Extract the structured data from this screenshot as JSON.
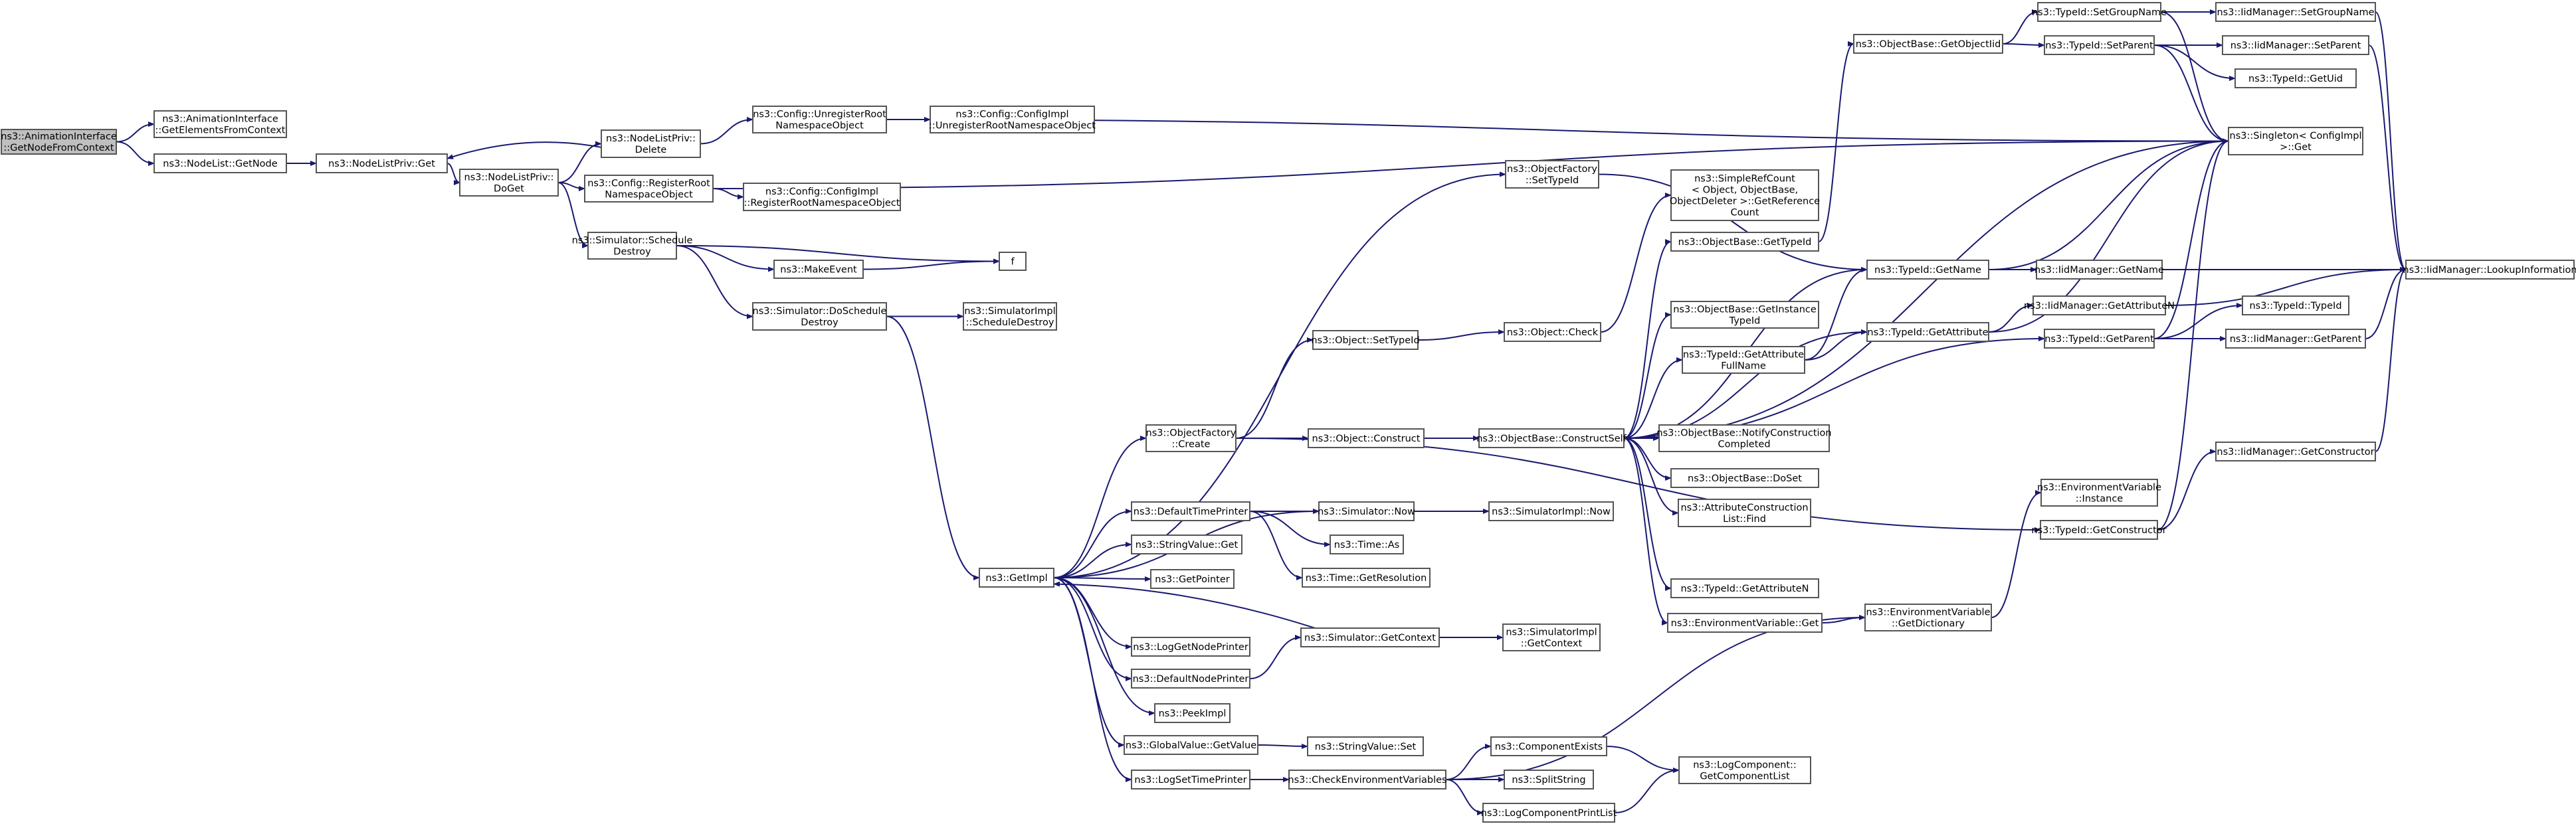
{
  "graph": {
    "type": "call-graph",
    "edge_color": "#191970",
    "root_fill": "#bfbfbf",
    "nodes": [
      {
        "id": "root",
        "lines": [
          "ns3::AnimationInterface",
          "::GetNodeFromContext"
        ]
      },
      {
        "id": "getElems",
        "lines": [
          "ns3::AnimationInterface",
          "::GetElementsFromContext"
        ]
      },
      {
        "id": "nlGetNode",
        "lines": [
          "ns3::NodeList::GetNode"
        ]
      },
      {
        "id": "nlpGet",
        "lines": [
          "ns3::NodeListPriv::Get"
        ]
      },
      {
        "id": "nlpDoGet",
        "lines": [
          "ns3::NodeListPriv::",
          "DoGet"
        ]
      },
      {
        "id": "nlpDelete",
        "lines": [
          "ns3::NodeListPriv::",
          "Delete"
        ]
      },
      {
        "id": "cfgUnreg",
        "lines": [
          "ns3::Config::UnregisterRoot",
          "NamespaceObject"
        ]
      },
      {
        "id": "cfgImplUnreg",
        "lines": [
          "ns3::Config::ConfigImpl",
          "::UnregisterRootNamespaceObject"
        ]
      },
      {
        "id": "cfgReg",
        "lines": [
          "ns3::Config::RegisterRoot",
          "NamespaceObject"
        ]
      },
      {
        "id": "cfgImplReg",
        "lines": [
          "ns3::Config::ConfigImpl",
          "::RegisterRootNamespaceObject"
        ]
      },
      {
        "id": "simSchedDestroy",
        "lines": [
          "ns3::Simulator::Schedule",
          "Destroy"
        ]
      },
      {
        "id": "makeEvent",
        "lines": [
          "ns3::MakeEvent"
        ]
      },
      {
        "id": "f",
        "lines": [
          "f"
        ]
      },
      {
        "id": "simDoSchedDestroy",
        "lines": [
          "ns3::Simulator::DoSchedule",
          "Destroy"
        ]
      },
      {
        "id": "simImplSchedDestroy",
        "lines": [
          "ns3::SimulatorImpl",
          "::ScheduleDestroy"
        ]
      },
      {
        "id": "getImpl",
        "lines": [
          "ns3::GetImpl"
        ]
      },
      {
        "id": "ofSetTypeId",
        "lines": [
          "ns3::ObjectFactory",
          "::SetTypeId"
        ]
      },
      {
        "id": "ofCreate",
        "lines": [
          "ns3::ObjectFactory",
          "::Create"
        ]
      },
      {
        "id": "defTimePrinter",
        "lines": [
          "ns3::DefaultTimePrinter"
        ]
      },
      {
        "id": "strValGet",
        "lines": [
          "ns3::StringValue::Get"
        ]
      },
      {
        "id": "getPointer",
        "lines": [
          "ns3::GetPointer"
        ]
      },
      {
        "id": "logGetNodePrinter",
        "lines": [
          "ns3::LogGetNodePrinter"
        ]
      },
      {
        "id": "defNodePrinter",
        "lines": [
          "ns3::DefaultNodePrinter"
        ]
      },
      {
        "id": "peekImpl",
        "lines": [
          "ns3::PeekImpl"
        ]
      },
      {
        "id": "gvGetValue",
        "lines": [
          "ns3::GlobalValue::GetValue"
        ]
      },
      {
        "id": "logSetTimePrinter",
        "lines": [
          "ns3::LogSetTimePrinter"
        ]
      },
      {
        "id": "objSetTypeId",
        "lines": [
          "ns3::Object::SetTypeId"
        ]
      },
      {
        "id": "objCheck",
        "lines": [
          "ns3::Object::Check"
        ]
      },
      {
        "id": "objConstruct",
        "lines": [
          "ns3::Object::Construct"
        ]
      },
      {
        "id": "simNow",
        "lines": [
          "ns3::Simulator::Now"
        ]
      },
      {
        "id": "timeAs",
        "lines": [
          "ns3::Time::As"
        ]
      },
      {
        "id": "timeGetRes",
        "lines": [
          "ns3::Time::GetResolution"
        ]
      },
      {
        "id": "simGetContext",
        "lines": [
          "ns3::Simulator::GetContext"
        ]
      },
      {
        "id": "strValSet",
        "lines": [
          "ns3::StringValue::Set"
        ]
      },
      {
        "id": "checkEnv",
        "lines": [
          "ns3::CheckEnvironmentVariables"
        ]
      },
      {
        "id": "simImplNow",
        "lines": [
          "ns3::SimulatorImpl::Now"
        ]
      },
      {
        "id": "simImplGetContext",
        "lines": [
          "ns3::SimulatorImpl",
          "::GetContext"
        ]
      },
      {
        "id": "obConstructSelf",
        "lines": [
          "ns3::ObjectBase::ConstructSelf"
        ]
      },
      {
        "id": "srcGetRefCount",
        "lines": [
          "ns3::SimpleRefCount",
          "< Object, ObjectBase,",
          "ObjectDeleter >::GetReference",
          "Count"
        ]
      },
      {
        "id": "obGetTypeId",
        "lines": [
          "ns3::ObjectBase::GetTypeId"
        ]
      },
      {
        "id": "obGetInstTypeId",
        "lines": [
          "ns3::ObjectBase::GetInstance",
          "TypeId"
        ]
      },
      {
        "id": "tidGetAttrFullName",
        "lines": [
          "ns3::TypeId::GetAttribute",
          "FullName"
        ]
      },
      {
        "id": "obNotify",
        "lines": [
          "ns3::ObjectBase::NotifyConstruction",
          "Completed"
        ]
      },
      {
        "id": "obDoSet",
        "lines": [
          "ns3::ObjectBase::DoSet"
        ]
      },
      {
        "id": "acListFind",
        "lines": [
          "ns3::AttributeConstruction",
          "List::Find"
        ]
      },
      {
        "id": "tidGetAttrN",
        "lines": [
          "ns3::TypeId::GetAttributeN"
        ]
      },
      {
        "id": "envGet",
        "lines": [
          "ns3::EnvironmentVariable::Get"
        ]
      },
      {
        "id": "compExists",
        "lines": [
          "ns3::ComponentExists"
        ]
      },
      {
        "id": "splitString",
        "lines": [
          "ns3::SplitString"
        ]
      },
      {
        "id": "logCompPrintList",
        "lines": [
          "ns3::LogComponentPrintList"
        ]
      },
      {
        "id": "obGetObjectIid",
        "lines": [
          "ns3::ObjectBase::GetObjectIid"
        ]
      },
      {
        "id": "tidGetName",
        "lines": [
          "ns3::TypeId::GetName"
        ]
      },
      {
        "id": "tidGetAttribute",
        "lines": [
          "ns3::TypeId::GetAttribute"
        ]
      },
      {
        "id": "envGetDict",
        "lines": [
          "ns3::EnvironmentVariable",
          "::GetDictionary"
        ]
      },
      {
        "id": "logCompGetList",
        "lines": [
          "ns3::LogComponent::",
          "GetComponentList"
        ]
      },
      {
        "id": "tidSetGroupName",
        "lines": [
          "ns3::TypeId::SetGroupName"
        ]
      },
      {
        "id": "tidSetParent",
        "lines": [
          "ns3::TypeId::SetParent"
        ]
      },
      {
        "id": "iidMgrGetName",
        "lines": [
          "ns3::IidManager::GetName"
        ]
      },
      {
        "id": "iidMgrGetAttrN",
        "lines": [
          "ns3::IidManager::GetAttributeN"
        ]
      },
      {
        "id": "tidGetParent",
        "lines": [
          "ns3::TypeId::GetParent"
        ]
      },
      {
        "id": "envInstance",
        "lines": [
          "ns3::EnvironmentVariable",
          "::Instance"
        ]
      },
      {
        "id": "tidGetConstructor",
        "lines": [
          "ns3::TypeId::GetConstructor"
        ]
      },
      {
        "id": "iidMgrSetGroupName",
        "lines": [
          "ns3::IidManager::SetGroupName"
        ]
      },
      {
        "id": "iidMgrSetParent",
        "lines": [
          "ns3::IidManager::SetParent"
        ]
      },
      {
        "id": "tidGetUid",
        "lines": [
          "ns3::TypeId::GetUid"
        ]
      },
      {
        "id": "singletonGet",
        "lines": [
          "ns3::Singleton< ConfigImpl",
          ">::Get"
        ]
      },
      {
        "id": "tidTypeId",
        "lines": [
          "ns3::TypeId::TypeId"
        ]
      },
      {
        "id": "iidMgrGetParent",
        "lines": [
          "ns3::IidManager::GetParent"
        ]
      },
      {
        "id": "iidMgrGetConstructor",
        "lines": [
          "ns3::IidManager::GetConstructor"
        ]
      },
      {
        "id": "iidMgrLookup",
        "lines": [
          "ns3::IidManager::LookupInformation"
        ]
      }
    ],
    "edges": [
      [
        "root",
        "getElems"
      ],
      [
        "root",
        "nlGetNode"
      ],
      [
        "nlGetNode",
        "nlpGet"
      ],
      [
        "nlpGet",
        "nlpDoGet"
      ],
      [
        "nlpDoGet",
        "nlpDelete"
      ],
      [
        "nlpDelete",
        "nlpGet"
      ],
      [
        "nlpDoGet",
        "cfgReg"
      ],
      [
        "nlpDoGet",
        "simSchedDestroy"
      ],
      [
        "nlpDelete",
        "cfgUnreg"
      ],
      [
        "cfgUnreg",
        "cfgImplUnreg"
      ],
      [
        "cfgUnreg",
        "singletonGet"
      ],
      [
        "cfgReg",
        "cfgImplReg"
      ],
      [
        "cfgReg",
        "singletonGet"
      ],
      [
        "simSchedDestroy",
        "makeEvent"
      ],
      [
        "simSchedDestroy",
        "f"
      ],
      [
        "makeEvent",
        "f"
      ],
      [
        "simSchedDestroy",
        "simDoSchedDestroy"
      ],
      [
        "simDoSchedDestroy",
        "simImplSchedDestroy"
      ],
      [
        "simDoSchedDestroy",
        "getImpl"
      ],
      [
        "getImpl",
        "ofSetTypeId"
      ],
      [
        "getImpl",
        "ofCreate"
      ],
      [
        "getImpl",
        "defTimePrinter"
      ],
      [
        "getImpl",
        "simNow"
      ],
      [
        "getImpl",
        "strValGet"
      ],
      [
        "getImpl",
        "getPointer"
      ],
      [
        "getImpl",
        "logGetNodePrinter"
      ],
      [
        "getImpl",
        "defNodePrinter"
      ],
      [
        "getImpl",
        "peekImpl"
      ],
      [
        "getImpl",
        "gvGetValue"
      ],
      [
        "getImpl",
        "logSetTimePrinter"
      ],
      [
        "ofSetTypeId",
        "tidGetName"
      ],
      [
        "ofCreate",
        "objSetTypeId"
      ],
      [
        "ofCreate",
        "objConstruct"
      ],
      [
        "ofCreate",
        "tidGetConstructor"
      ],
      [
        "objSetTypeId",
        "objCheck"
      ],
      [
        "objCheck",
        "srcGetRefCount"
      ],
      [
        "objConstruct",
        "obConstructSelf"
      ],
      [
        "defTimePrinter",
        "simNow"
      ],
      [
        "defTimePrinter",
        "timeAs"
      ],
      [
        "defTimePrinter",
        "timeGetRes"
      ],
      [
        "simNow",
        "simImplNow"
      ],
      [
        "defNodePrinter",
        "simGetContext"
      ],
      [
        "simGetContext",
        "getImpl"
      ],
      [
        "simGetContext",
        "simImplGetContext"
      ],
      [
        "gvGetValue",
        "strValSet"
      ],
      [
        "logSetTimePrinter",
        "checkEnv"
      ],
      [
        "checkEnv",
        "envGetDict"
      ],
      [
        "checkEnv",
        "compExists"
      ],
      [
        "checkEnv",
        "splitString"
      ],
      [
        "checkEnv",
        "logCompPrintList"
      ],
      [
        "compExists",
        "logCompGetList"
      ],
      [
        "logCompPrintList",
        "logCompGetList"
      ],
      [
        "obConstructSelf",
        "obGetTypeId"
      ],
      [
        "obConstructSelf",
        "tidGetName"
      ],
      [
        "obConstructSelf",
        "obGetInstTypeId"
      ],
      [
        "obConstructSelf",
        "tidGetAttrFullName"
      ],
      [
        "obConstructSelf",
        "tidGetAttribute"
      ],
      [
        "obConstructSelf",
        "obNotify"
      ],
      [
        "obConstructSelf",
        "obDoSet"
      ],
      [
        "obConstructSelf",
        "acListFind"
      ],
      [
        "obConstructSelf",
        "tidGetAttrN"
      ],
      [
        "obConstructSelf",
        "envGet"
      ],
      [
        "obConstructSelf",
        "tidGetParent"
      ],
      [
        "obConstructSelf",
        "singletonGet"
      ],
      [
        "obGetTypeId",
        "obGetObjectIid"
      ],
      [
        "tidGetAttrFullName",
        "tidGetName"
      ],
      [
        "tidGetAttrFullName",
        "tidGetAttribute"
      ],
      [
        "envGet",
        "envGetDict"
      ],
      [
        "envGetDict",
        "envInstance"
      ],
      [
        "obGetObjectIid",
        "tidSetGroupName"
      ],
      [
        "obGetObjectIid",
        "tidSetParent"
      ],
      [
        "tidGetName",
        "iidMgrGetName"
      ],
      [
        "tidGetName",
        "singletonGet"
      ],
      [
        "tidGetAttribute",
        "iidMgrGetAttrN"
      ],
      [
        "tidGetAttribute",
        "singletonGet"
      ],
      [
        "tidGetParent",
        "tidTypeId"
      ],
      [
        "tidGetParent",
        "iidMgrGetParent"
      ],
      [
        "tidGetParent",
        "singletonGet"
      ],
      [
        "tidGetConstructor",
        "iidMgrGetConstructor"
      ],
      [
        "tidGetConstructor",
        "singletonGet"
      ],
      [
        "tidSetGroupName",
        "iidMgrSetGroupName"
      ],
      [
        "tidSetGroupName",
        "singletonGet"
      ],
      [
        "tidSetParent",
        "iidMgrSetParent"
      ],
      [
        "tidSetParent",
        "tidGetUid"
      ],
      [
        "tidSetParent",
        "singletonGet"
      ],
      [
        "iidMgrGetName",
        "iidMgrLookup"
      ],
      [
        "iidMgrGetAttrN",
        "iidMgrLookup"
      ],
      [
        "iidMgrSetGroupName",
        "iidMgrLookup"
      ],
      [
        "iidMgrSetParent",
        "iidMgrLookup"
      ],
      [
        "iidMgrGetParent",
        "iidMgrLookup"
      ],
      [
        "iidMgrGetConstructor",
        "iidMgrLookup"
      ]
    ]
  }
}
